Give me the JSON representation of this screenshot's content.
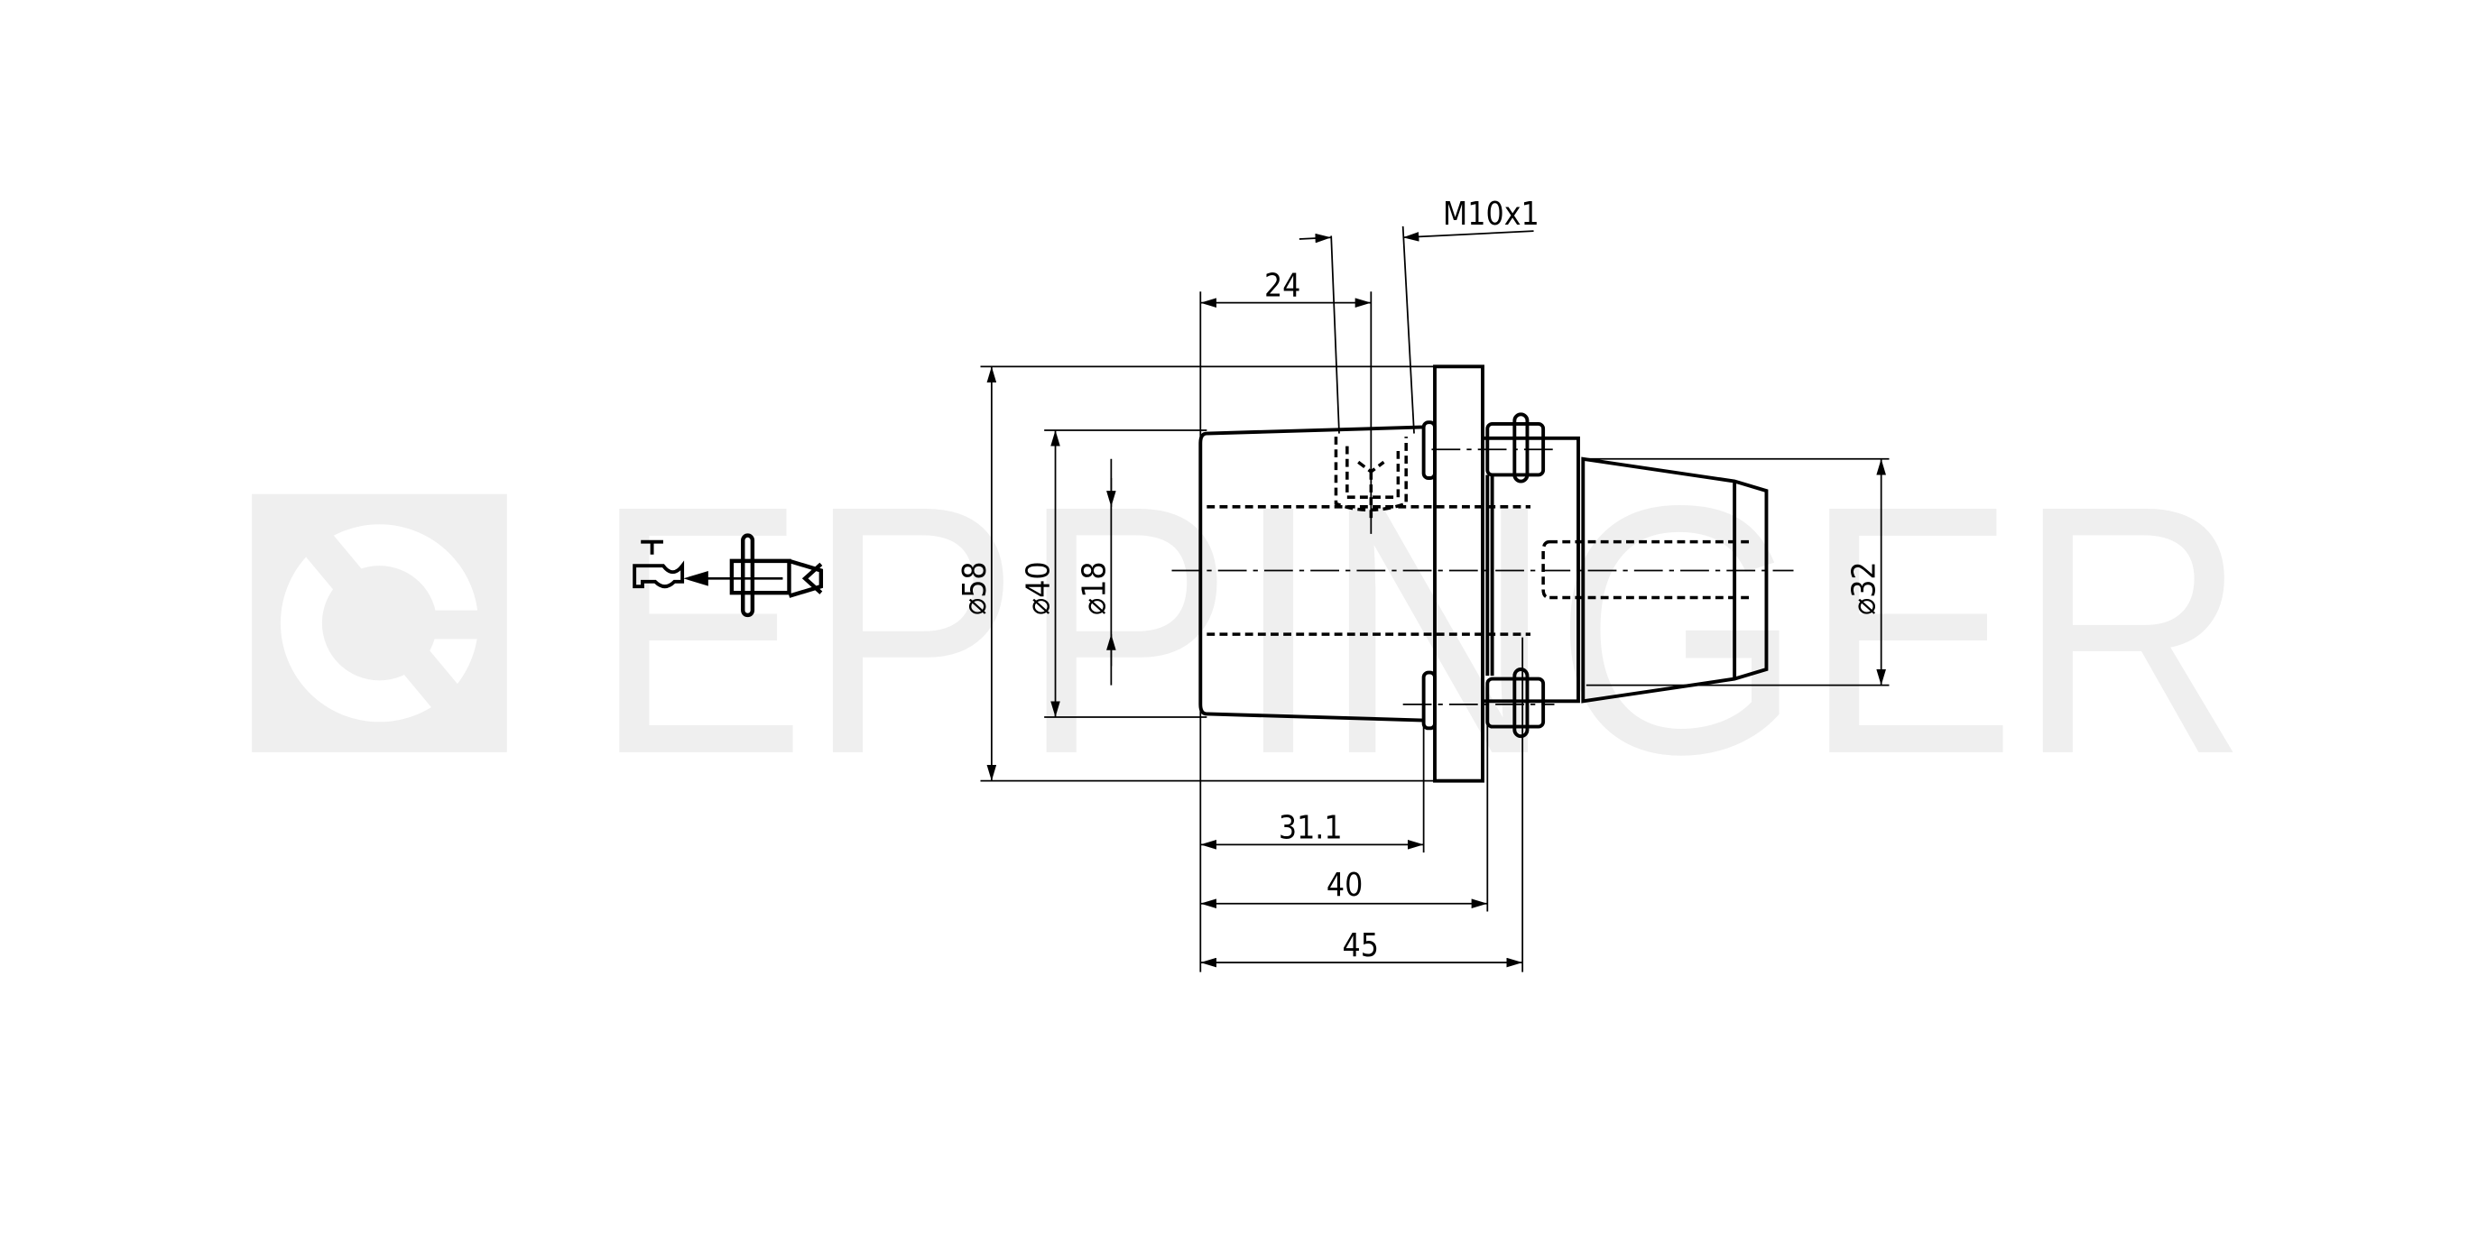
{
  "watermark": {
    "brand": "EPPINGER",
    "color": "#efefef"
  },
  "dimensions": {
    "d58": "⌀58",
    "d40": "⌀40",
    "d18": "⌀18",
    "d32": "⌀32",
    "len24": "24",
    "thread": "M10x1",
    "len31": "31.1",
    "len40": "40",
    "len45": "45"
  },
  "icons": [
    "coolant-tap-icon",
    "tool-holder-icon"
  ]
}
